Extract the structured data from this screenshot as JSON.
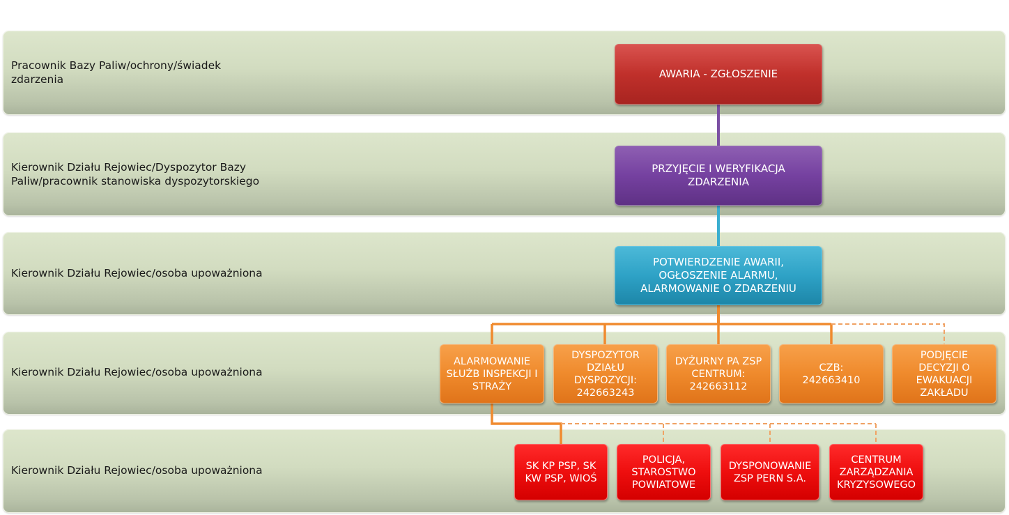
{
  "lanes": [
    {
      "label": "Pracownik Bazy Paliw/ochrony/świadek zdarzenia"
    },
    {
      "label": "Kierownik Działu Rejowiec/Dyspozytor Bazy Paliw/pracownik stanowiska dyspozytorskiego"
    },
    {
      "label": "Kierownik Działu Rejowiec/osoba upoważniona"
    },
    {
      "label": "Kierownik Działu Rejowiec/osoba upoważniona"
    },
    {
      "label": "Kierownik Działu Rejowiec/osoba upoważniona"
    }
  ],
  "nodes": {
    "zgloszenie": "AWARIA - ZGŁOSZENIE",
    "weryfikacja": "PRZYJĘCIE I WERYFIKACJA ZDARZENIA",
    "potwierdzenie": "POTWIERDZENIE AWARII, OGŁOSZENIE ALARMU, ALARMOWANIE O ZDARZENIU",
    "level4": [
      "ALARMOWANIE SŁUŻB INSPEKCJI I STRAŻY",
      "DYSPOZYTOR DZIAŁU DYSPOZYCJI: 242663243",
      "DYŻURNY PA ZSP CENTRUM: 242663112",
      "CZB: 242663410",
      "PODJĘCIE DECYZJI O EWAKUACJI ZAKŁADU"
    ],
    "level5": [
      "SK KP PSP, SK KW PSP, WIOŚ",
      "POLICJA, STAROSTWO POWIATOWE",
      "DYSPONOWANIE ZSP PERN S.A.",
      "CENTRUM ZARZĄDZANIA KRYZYSOWEGO"
    ]
  },
  "colors": {
    "connector_purple": "#7b4fa3",
    "connector_blue": "#3aaed0",
    "connector_orange": "#f08a2e"
  }
}
